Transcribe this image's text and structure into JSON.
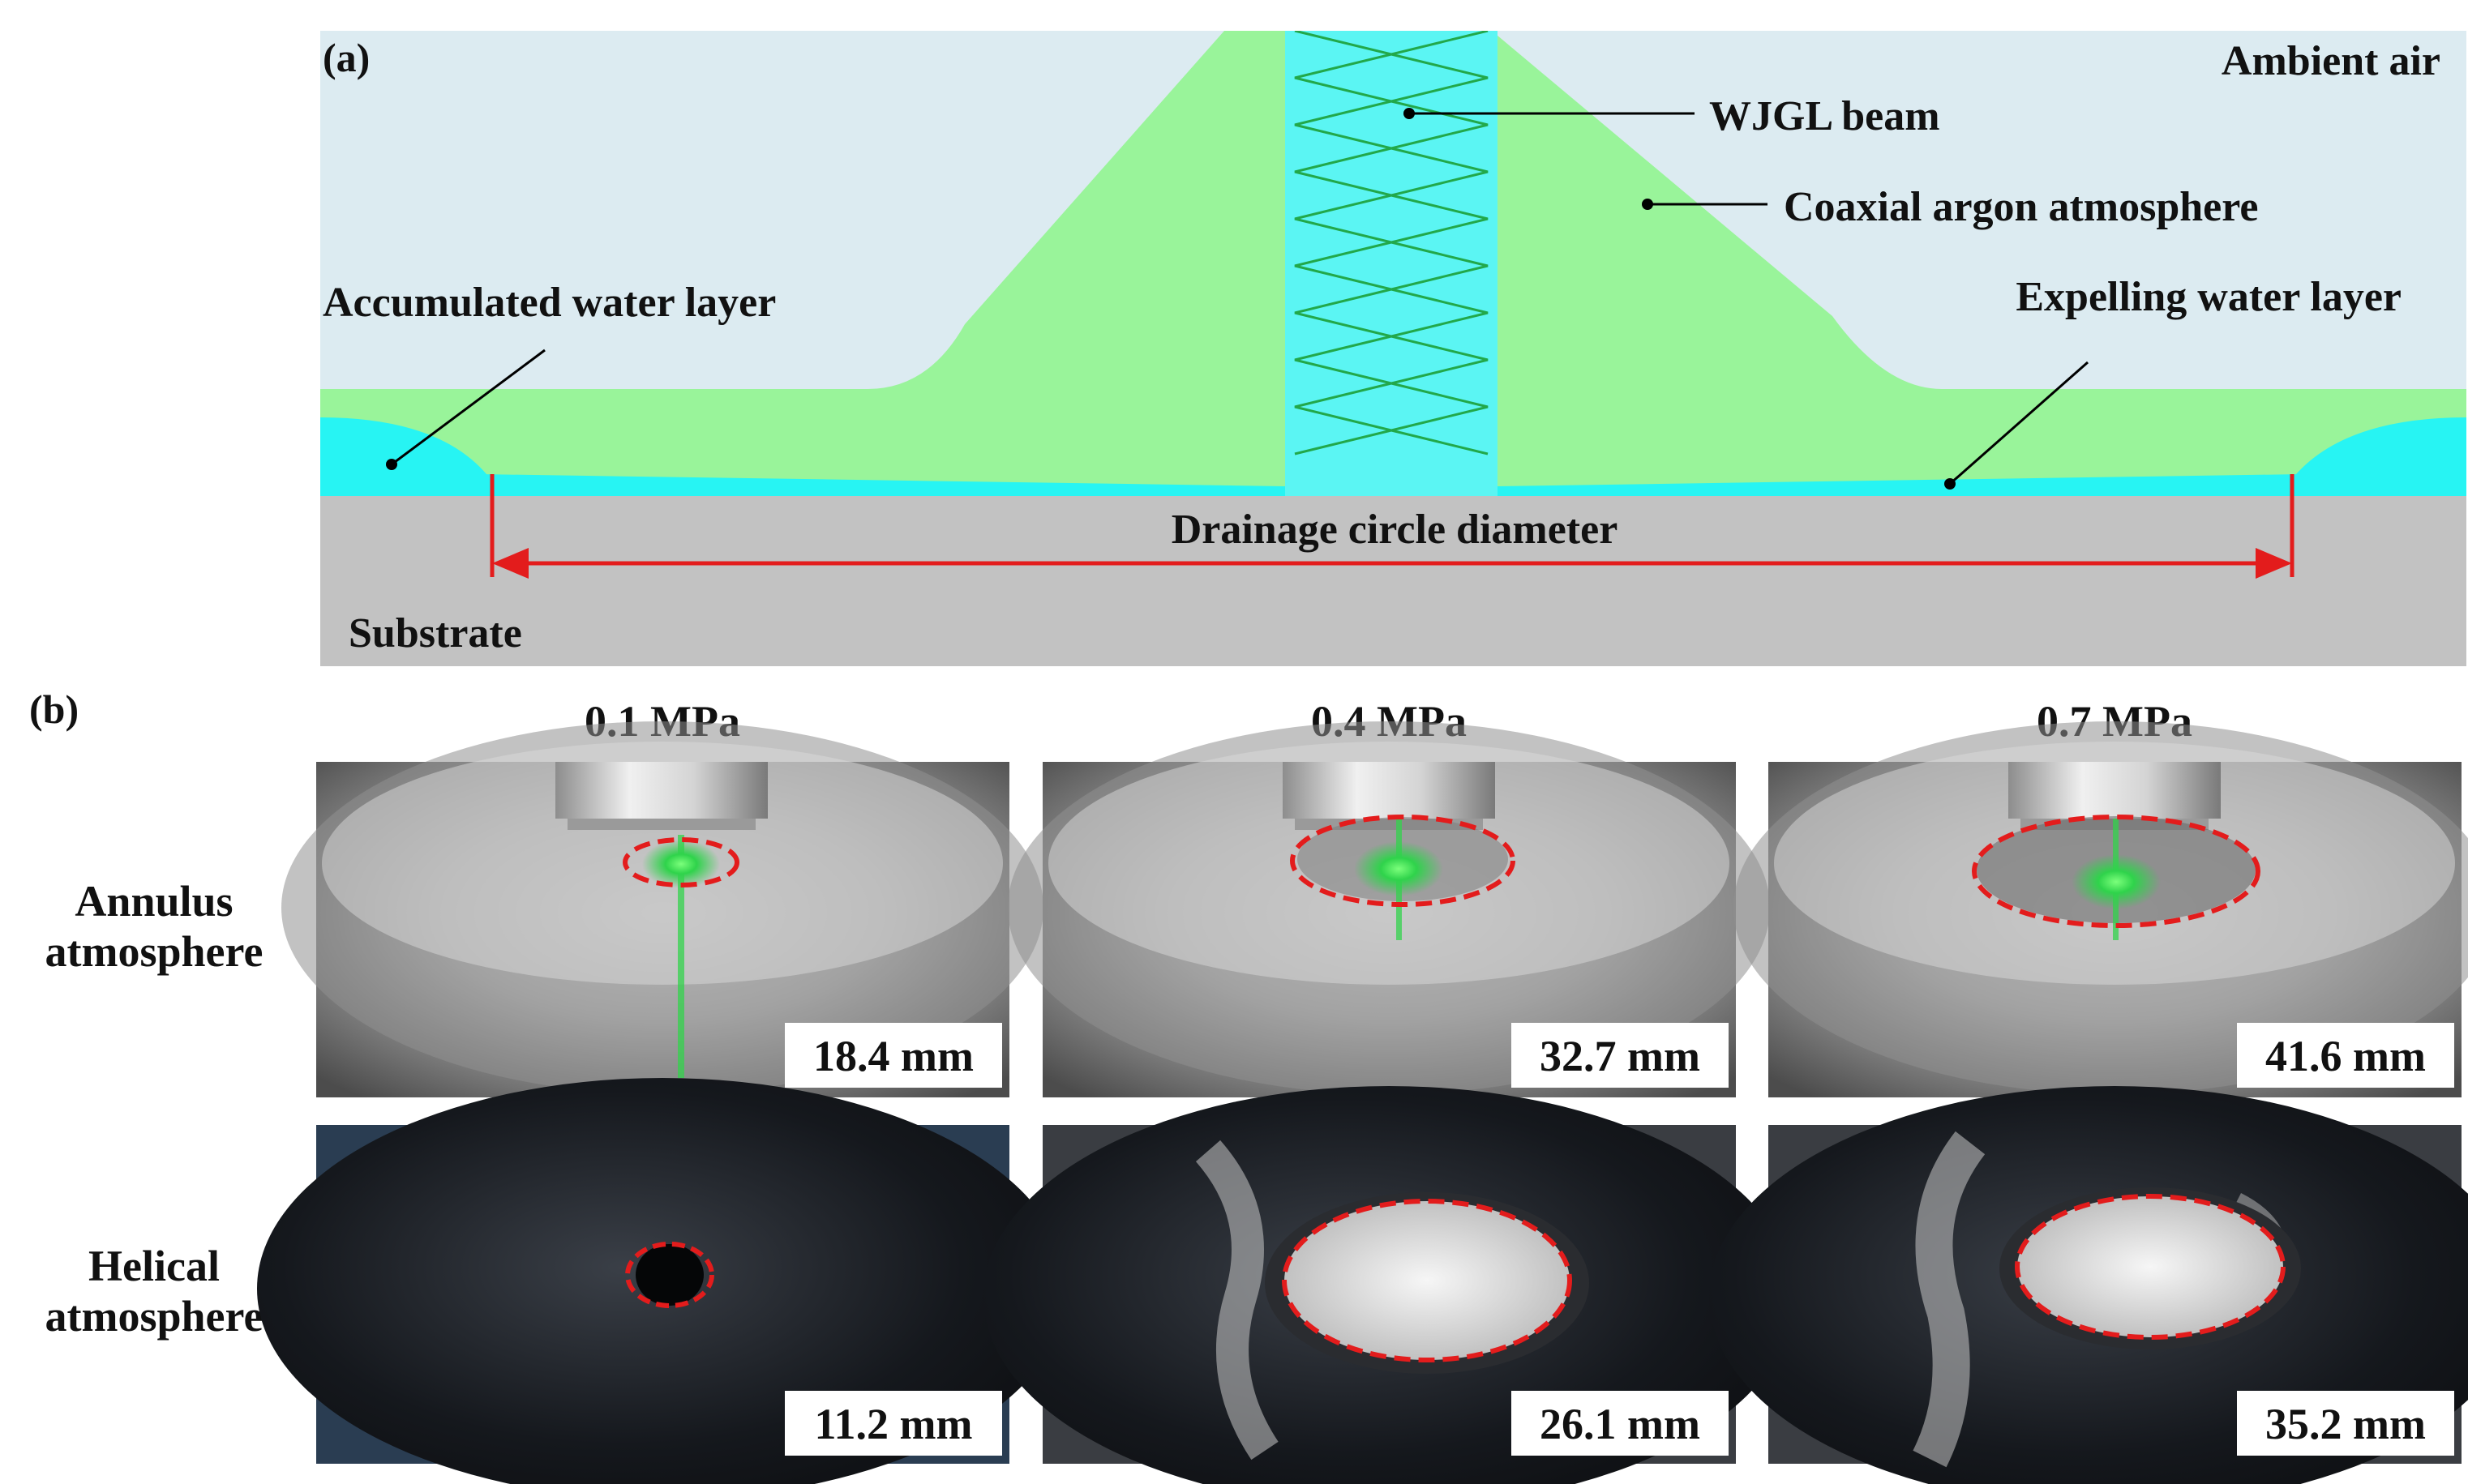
{
  "panel_a": {
    "tag": "(a)",
    "labels": {
      "ambient_air": "Ambient air",
      "wjgl_beam": "WJGL beam",
      "coaxial_argon": "Coaxial argon atmosphere",
      "accumulated_water": "Accumulated water layer",
      "expelling_water": "Expelling water layer",
      "drainage_diameter": "Drainage circle diameter",
      "substrate": "Substrate"
    },
    "colors": {
      "ambient": "#dcebf1",
      "argon": "#99f49a",
      "water": "#27f4f3",
      "beam": "#5bf5f3",
      "beam_zigzag": "#22a84a",
      "substrate": "#c2c2c2",
      "dimension_line": "#e31c1c"
    }
  },
  "panel_b": {
    "tag": "(b)",
    "columns": [
      "0.1 MPa",
      "0.4 MPa",
      "0.7 MPa"
    ],
    "rows": [
      {
        "label_line1": "Annulus",
        "label_line2": "atmosphere",
        "diameters": [
          "18.4 mm",
          "32.7 mm",
          "41.6 mm"
        ]
      },
      {
        "label_line1": "Helical",
        "label_line2": "atmosphere",
        "diameters": [
          "11.2 mm",
          "26.1 mm",
          "35.2 mm"
        ]
      }
    ]
  }
}
